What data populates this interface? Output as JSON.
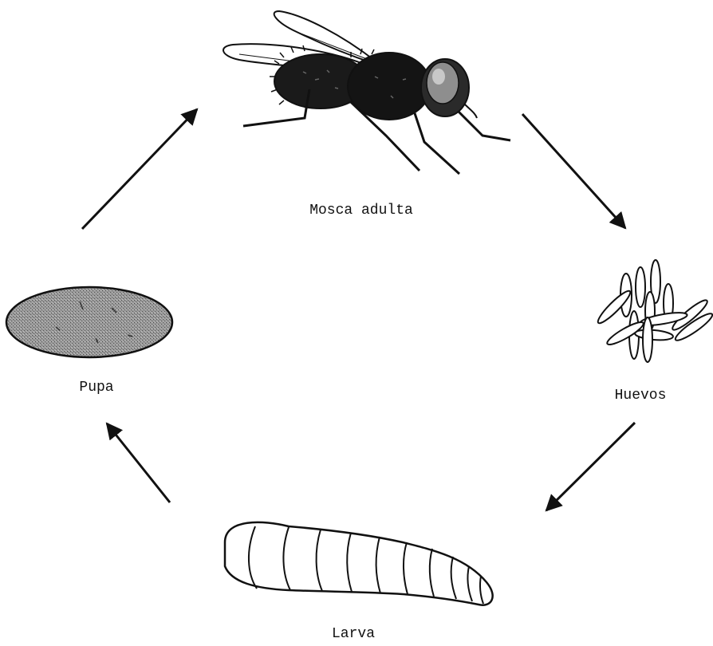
{
  "diagram": {
    "stages": [
      {
        "id": "adult",
        "label": "Mosca adulta"
      },
      {
        "id": "eggs",
        "label": "Huevos"
      },
      {
        "id": "larva",
        "label": "Larva"
      },
      {
        "id": "pupa",
        "label": "Pupa"
      }
    ],
    "cycle_order": [
      "adult",
      "eggs",
      "larva",
      "pupa",
      "adult"
    ],
    "colors": {
      "ink": "#111111",
      "background": "#ffffff",
      "pupa_fill": "#8c8c8c"
    }
  }
}
